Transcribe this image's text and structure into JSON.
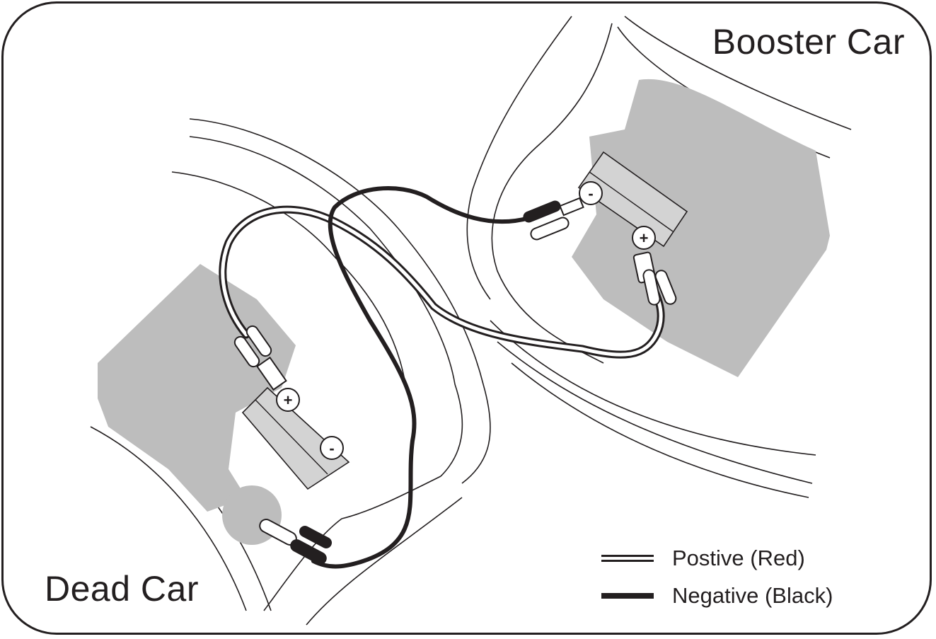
{
  "labels": {
    "booster_car": "Booster Car",
    "dead_car": "Dead Car"
  },
  "terminals": {
    "positive": "+",
    "negative": "-"
  },
  "legend": {
    "positive": "Postive (Red)",
    "negative": "Negative (Black)"
  },
  "colors": {
    "ink": "#231f20",
    "engine": "#bdbdbd",
    "battery": "#d3d3d3"
  }
}
